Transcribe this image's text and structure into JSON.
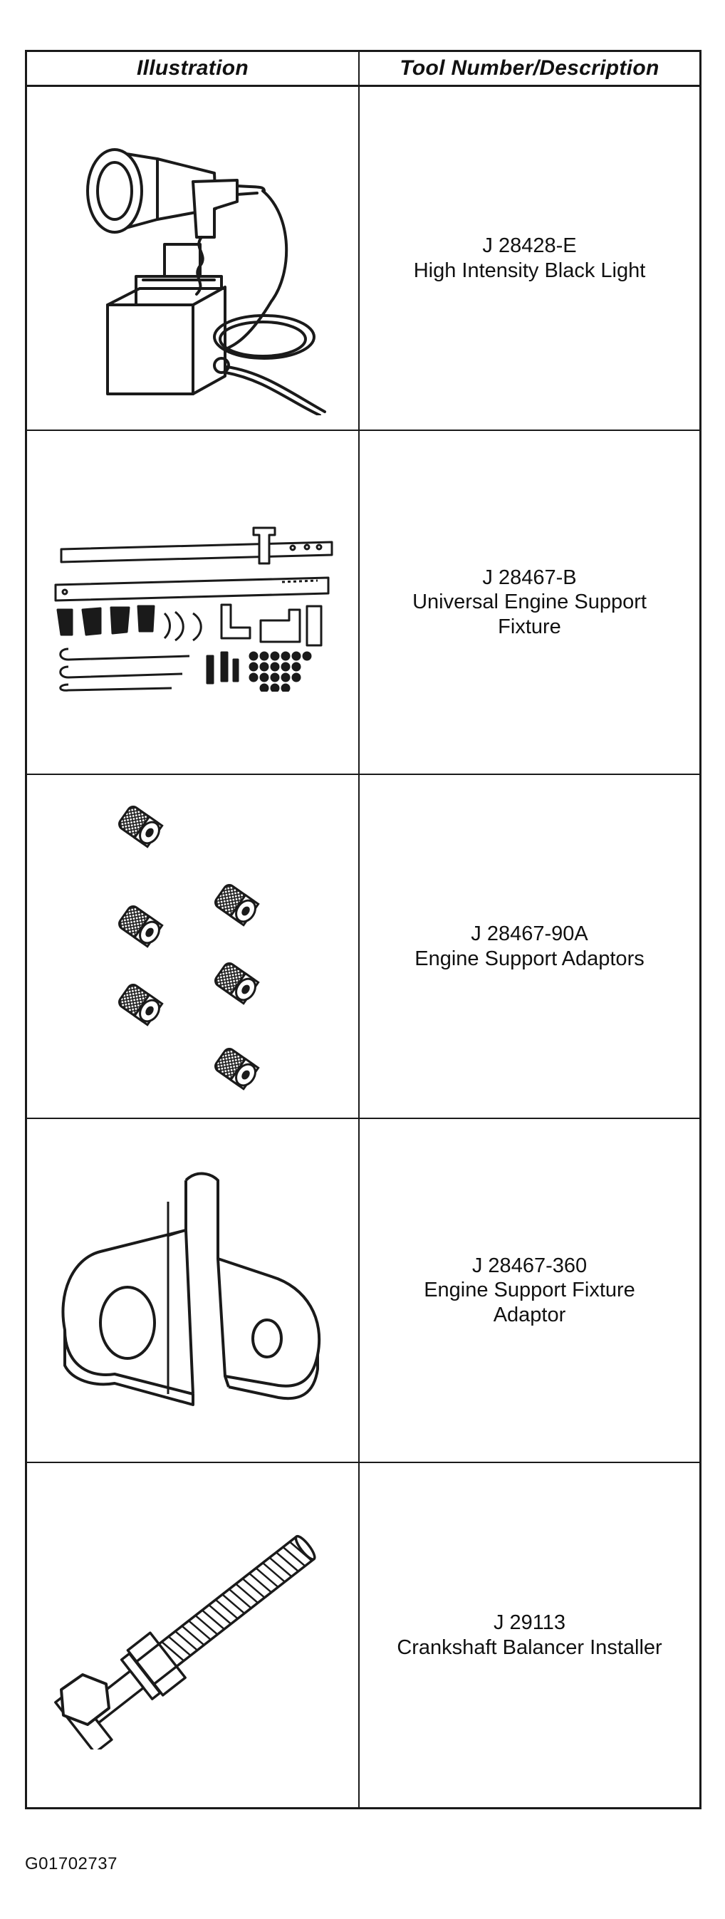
{
  "table": {
    "headers": {
      "illustration": "Illustration",
      "tool": "Tool Number/Description"
    },
    "rows": [
      {
        "number": "J 28428-E",
        "description": "High Intensity Black Light",
        "illustration_icon": "black-light-icon"
      },
      {
        "number": "J 28467-B",
        "description": "Universal Engine Support Fixture",
        "illustration_icon": "engine-support-fixture-icon"
      },
      {
        "number": "J 28467-90A",
        "description": "Engine Support Adaptors",
        "illustration_icon": "support-adaptors-icon"
      },
      {
        "number": "J 28467-360",
        "description": "Engine Support Fixture Adaptor",
        "illustration_icon": "fixture-adaptor-bracket-icon"
      },
      {
        "number": "J 29113",
        "description": "Crankshaft Balancer Installer",
        "illustration_icon": "balancer-installer-bolt-icon"
      }
    ]
  },
  "footer": {
    "code": "G01702737"
  }
}
